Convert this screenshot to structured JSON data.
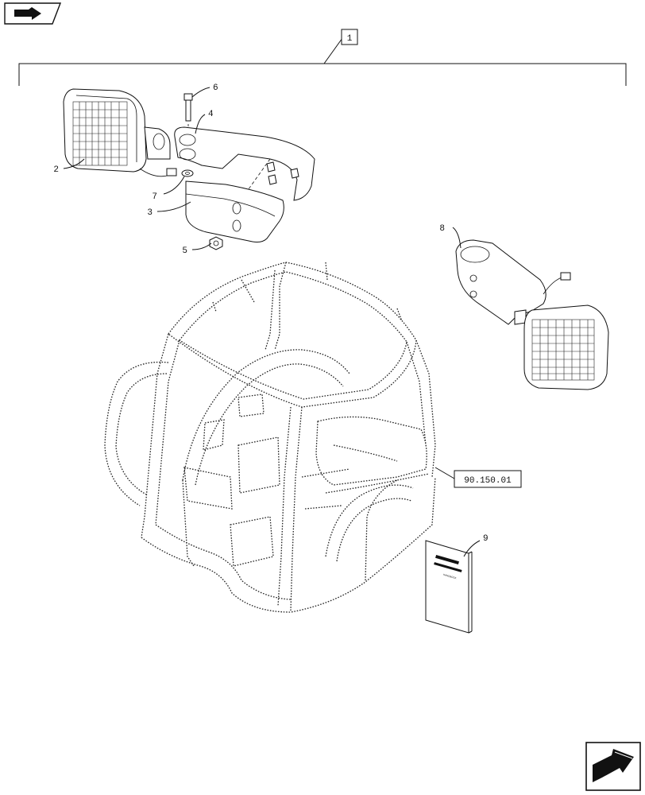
{
  "nav": {
    "prev_icon": "back-arrow-icon",
    "next_icon": "forward-arrow-icon"
  },
  "assembly_ref": "1",
  "callouts": {
    "c2": "2",
    "c3": "3",
    "c4": "4",
    "c5": "5",
    "c6": "6",
    "c7": "7",
    "c8": "8",
    "c9": "9"
  },
  "cross_reference": "90.150.01",
  "manual_title": "HANDBOOK"
}
